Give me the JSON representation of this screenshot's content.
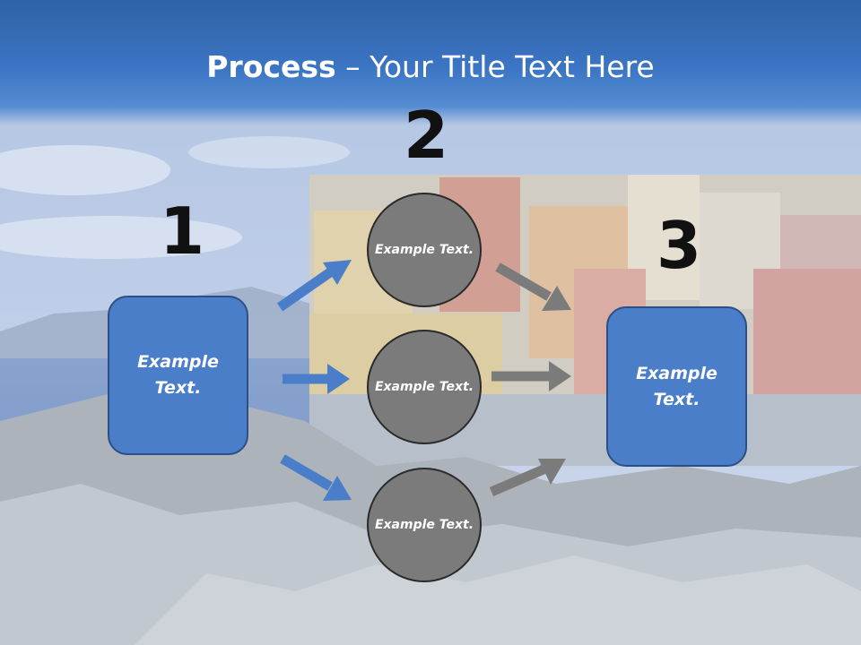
{
  "slide": {
    "title_bold": "Process",
    "title_rest": " – Your Title Text Here",
    "step_numbers": [
      "1",
      "2",
      "3"
    ],
    "left_box_text": "Example Text.",
    "circles": [
      "Example Text.",
      "Example Text.",
      "Example Text."
    ],
    "right_box_text": "Example Text."
  },
  "colors": {
    "box_fill": "#4a7ec9",
    "circle_fill": "#7b7b7b",
    "blue_arrow": "#4a7ec9",
    "gray_arrow": "#7b7b7b",
    "title_bar": "#3b75c4"
  }
}
